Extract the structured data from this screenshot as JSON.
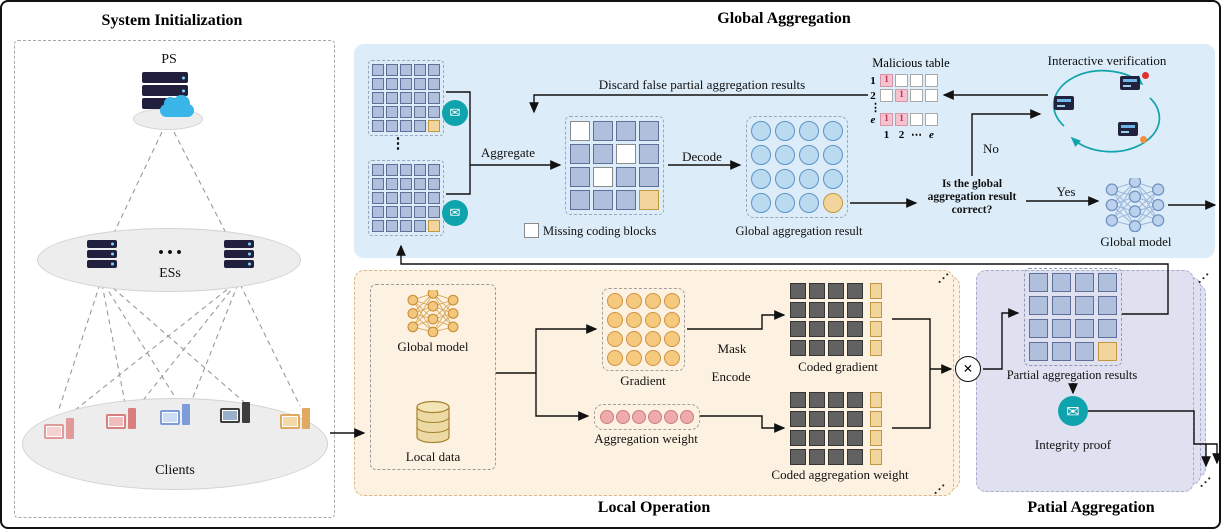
{
  "system_init": {
    "title": "System Initialization",
    "ps_label": "PS",
    "ess_label": "ESs",
    "clients_label": "Clients",
    "es_dots": "• • •"
  },
  "global_agg": {
    "title": "Global Aggregation",
    "discard_label": "Discard false partial aggregation results",
    "aggregate_label": "Aggregate",
    "decode_label": "Decode",
    "missing_legend": "Missing coding blocks",
    "result_label": "Global aggregation result",
    "malicious_title": "Malicious table",
    "interactive_label": "Interactive verification",
    "question": "Is the global aggregation result correct?",
    "no_label": "No",
    "yes_label": "Yes",
    "global_model_label": "Global model",
    "vdots": "⋮"
  },
  "local_op": {
    "title": "Local Operation",
    "global_model_label": "Global model",
    "local_data_label": "Local data",
    "gradient_label": "Gradient",
    "agg_weight_label": "Aggregation weight",
    "mask_label": "Mask",
    "encode_label": "Encode",
    "coded_gradient_label": "Coded gradient",
    "coded_agg_weight_label": "Coded aggregation weight"
  },
  "partial_agg": {
    "title": "Patial Aggregation",
    "results_label": "Partial aggregation results",
    "integrity_label": "Integrity proof"
  },
  "malicious_table": {
    "vdots": "⋮",
    "col_labels": [
      "1",
      "2",
      "⋯",
      "e"
    ],
    "rows": [
      {
        "label": "1",
        "cells": [
          "1",
          "",
          "",
          ""
        ]
      },
      {
        "label": "2",
        "cells": [
          "",
          "1",
          "",
          ""
        ]
      },
      {
        "label": "e",
        "cells": [
          "1",
          "1",
          "",
          ""
        ]
      }
    ]
  },
  "grids": {
    "coded_block": [
      [
        "b",
        "b",
        "b",
        "b",
        "b"
      ],
      [
        "b",
        "b",
        "b",
        "b",
        "b"
      ],
      [
        "b",
        "b",
        "b",
        "b",
        "b"
      ],
      [
        "b",
        "b",
        "b",
        "b",
        "b"
      ],
      [
        "b",
        "b",
        "b",
        "b",
        "y"
      ]
    ],
    "aggregated": [
      [
        "w",
        "b",
        "b",
        "b"
      ],
      [
        "b",
        "b",
        "w",
        "b"
      ],
      [
        "b",
        "w",
        "b",
        "b"
      ],
      [
        "b",
        "b",
        "b",
        "y"
      ]
    ],
    "result_circles": [
      [
        "c",
        "c",
        "c",
        "c"
      ],
      [
        "c",
        "c",
        "c",
        "c"
      ],
      [
        "c",
        "c",
        "c",
        "c"
      ],
      [
        "c",
        "c",
        "c",
        "y"
      ]
    ],
    "gradient_circles": [
      [
        "o",
        "o",
        "o",
        "o"
      ],
      [
        "o",
        "o",
        "o",
        "o"
      ],
      [
        "o",
        "o",
        "o",
        "o"
      ],
      [
        "o",
        "o",
        "o",
        "o"
      ]
    ],
    "agg_weight_circles": [
      [
        "p",
        "p",
        "p",
        "p",
        "p",
        "p"
      ]
    ],
    "coded_rows": [
      [
        "d",
        "d",
        "d",
        "d",
        "y"
      ],
      [
        "d",
        "d",
        "d",
        "d",
        "y"
      ],
      [
        "d",
        "d",
        "d",
        "d",
        "y"
      ],
      [
        "d",
        "d",
        "d",
        "d",
        "y"
      ]
    ],
    "partial_results": [
      [
        "b",
        "b",
        "b",
        "b"
      ],
      [
        "b",
        "b",
        "b",
        "b"
      ],
      [
        "b",
        "b",
        "b",
        "b"
      ],
      [
        "b",
        "b",
        "b",
        "y"
      ]
    ]
  },
  "icons": {
    "mail": "✉",
    "otimes": "×"
  },
  "misc": {
    "stack_dots": "···"
  },
  "colors": {
    "nn_blue": {
      "node": "#bcd2ec",
      "stroke": "#6f94c4",
      "line": "#9db6d8"
    },
    "nn_orange": {
      "node": "#f3c77d",
      "stroke": "#c98f35",
      "line": "#d9a85a"
    }
  }
}
